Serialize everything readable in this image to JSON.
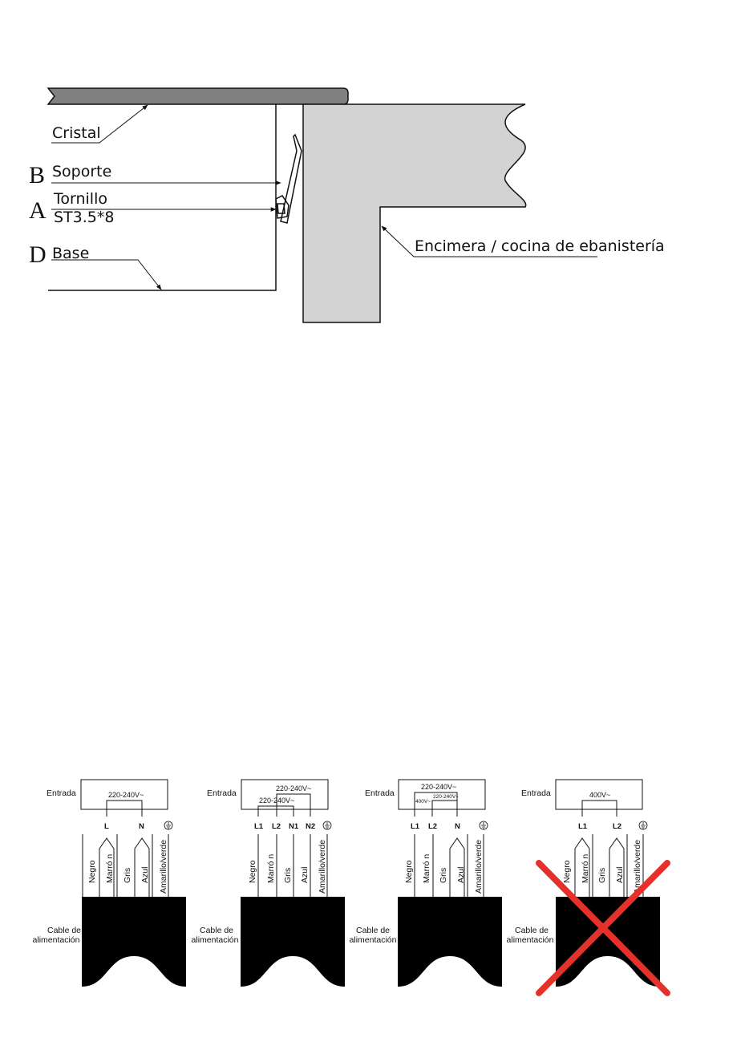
{
  "installation": {
    "cristal": "Cristal",
    "b_letter": "B",
    "soporte": "Soporte",
    "a_letter": "A",
    "tornillo": "Tornillo",
    "screw_spec": "ST3.5*8",
    "d_letter": "D",
    "base": "Base",
    "encimera": "Encimera / cocina de ebanistería"
  },
  "wiring": {
    "entrada": "Entrada",
    "cable": [
      "Cable de",
      "alimentación"
    ],
    "d1": {
      "voltage": "220-240V~",
      "terms": [
        "L",
        "N"
      ],
      "wires": [
        "Negro",
        "Marró n",
        "Gris",
        "Azul",
        "Amarillo/verde"
      ]
    },
    "d2": {
      "voltage_top": "220-240V~",
      "voltage_inner": "220-240V~",
      "terms": [
        "L1",
        "L2",
        "N1",
        "N2"
      ],
      "wires": [
        "Negro",
        "Marró n",
        "Gris",
        "Azul",
        "Amarillo/verde"
      ]
    },
    "d3": {
      "voltage_top": "220-240V~",
      "voltage_left": "400V~",
      "voltage_inner": "220-240V~",
      "terms": [
        "L1",
        "L2",
        "N"
      ],
      "wires": [
        "Negro",
        "Marró n",
        "Gris",
        "Azul",
        "Amarillo/verde"
      ]
    },
    "d4": {
      "voltage": "400V~",
      "terms": [
        "L1",
        "L2"
      ],
      "wires": [
        "Negro",
        "Marró n",
        "Gris",
        "Azul",
        "Amarillo/verde"
      ]
    },
    "cross_color": "#e5312b"
  }
}
